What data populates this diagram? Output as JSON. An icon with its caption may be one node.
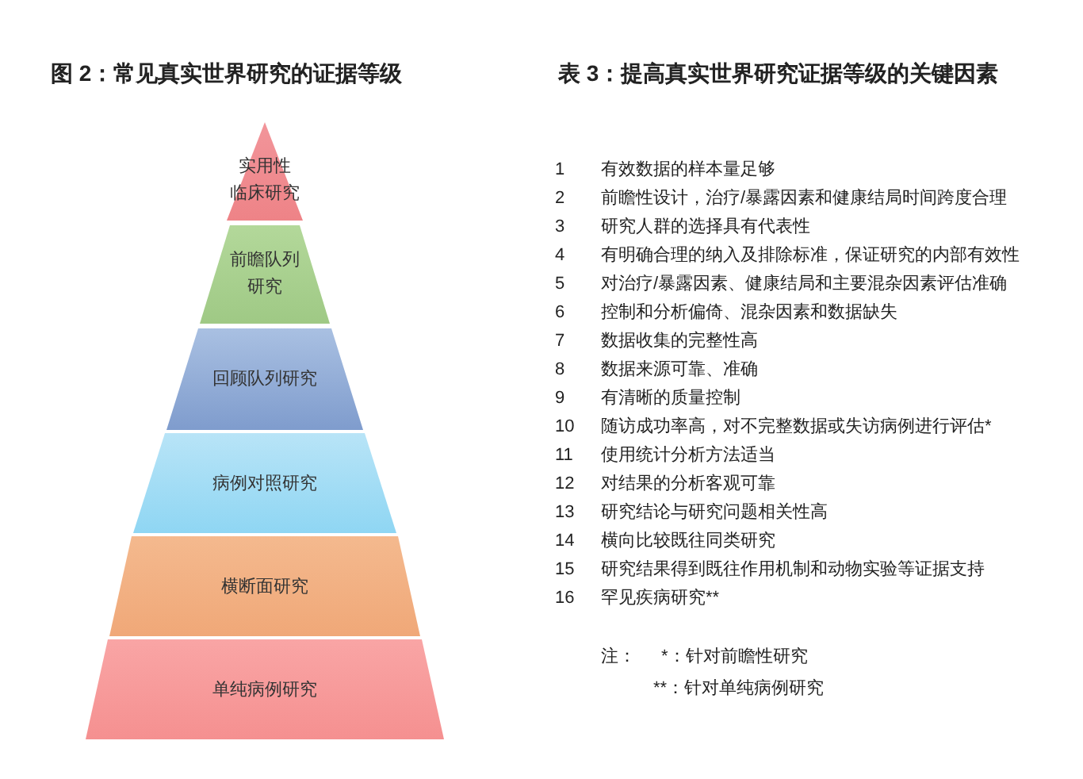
{
  "diagram": {
    "title": "图 2：常见真实世界研究的证据等级",
    "nodes": [
      {
        "text": [
          "实用性临床研究"
        ]
      },
      {
        "text": [
          "前瞻队列研究"
        ]
      },
      {
        "text": [
          "回顾队列研究"
        ]
      },
      {
        "text": [
          "病例对照研究"
        ]
      },
      {
        "text": [
          "横断面研究"
        ]
      },
      {
        "text": [
          "单纯病例研究"
        ]
      }
    ],
    "edges": [],
    "labels": [
      "表 3：提高真实世界研究证据等级的关键因素",
      "1",
      "有效数据的样本量足够",
      "2",
      "前瞻性设计，治疗/暴露因素和健康结局时间跨度合理",
      "3",
      "研究人群的选择具有代表性",
      "4",
      "有明确合理的纳入及排除标准，保证研究的内部有效性",
      "5",
      "对治疗/暴露因素、健康结局和主要混杂因素评估准确",
      "6",
      "控制和分析偏倚、混杂因素和数据缺失",
      "7",
      "数据收集的完整性高",
      "8",
      "数据来源可靠、准确",
      "9",
      "有清晰的质量控制",
      "10",
      "随访成功率高，对不完整数据或失访病例进行评估*",
      "11",
      "使用统计分析方法适当",
      "12",
      "对结果的分析客观可靠",
      "13",
      "研究结论与研究问题相关性高",
      "14",
      "横向比较既往同类研究",
      "15",
      "研究结果得到既往作用机制和动物实验等证据支持",
      "16",
      "罕见疾病研究**",
      "注：",
      "*：针对前瞻性研究",
      "**：针对单纯病例研究"
    ]
  }
}
